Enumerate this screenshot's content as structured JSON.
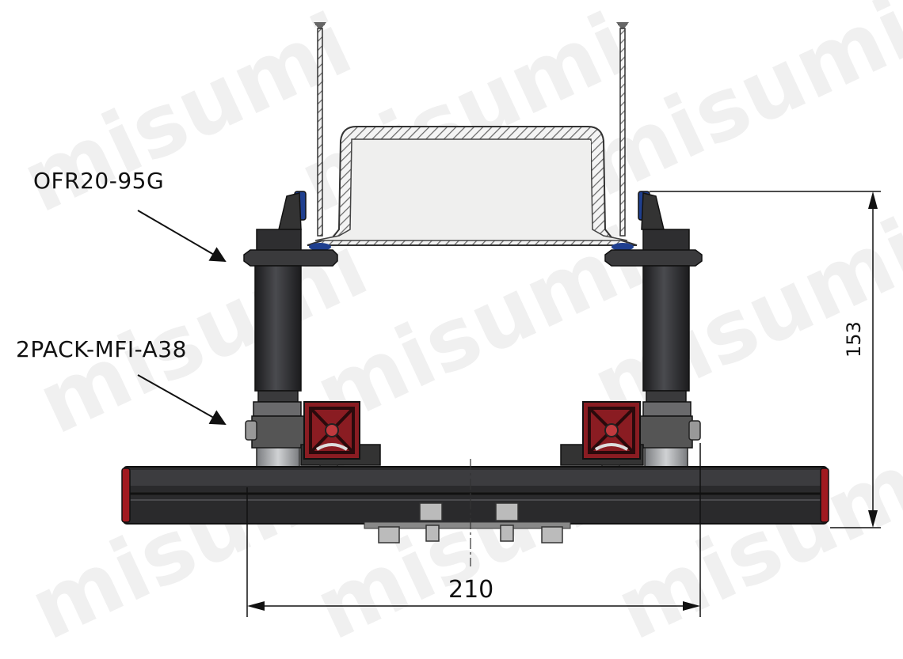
{
  "watermark": "misumi",
  "labels": {
    "part_1": "OFR20-95G",
    "part_2": "2PACK-MFI-A38"
  },
  "dimensions": {
    "width": "210",
    "height": "153"
  },
  "colors": {
    "frame": "#2a2a2c",
    "frame_dark": "#1c1c1e",
    "bracket_red": "#8a1c22",
    "end_cap_red": "#a11a20",
    "blue_clamp": "#1f3f8f",
    "metal_grey": "#9c9ea0",
    "container_fill": "#efefee",
    "dimension_line": "#111111"
  }
}
